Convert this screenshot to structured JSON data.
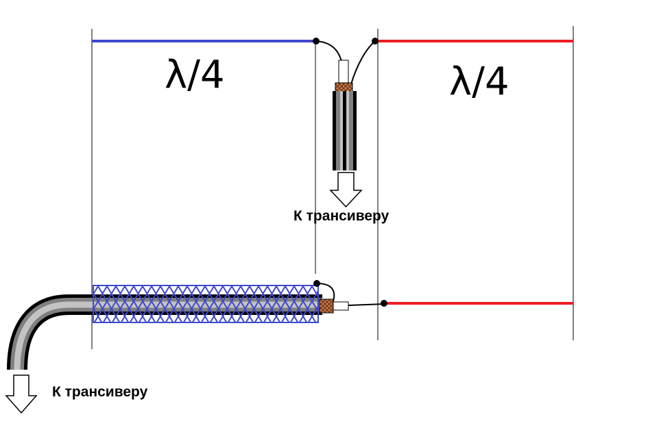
{
  "labels": {
    "quarter_wave_left": "λ/4",
    "quarter_wave_right": "λ/4",
    "to_transceiver_top": "К трансиверу",
    "to_transceiver_bottom": "К трансиверу"
  },
  "colors": {
    "left_element": "#3f48cc",
    "right_element": "#ed1c24",
    "braid": "#3f48cc",
    "shield_end": "#c97a4a",
    "cable_outer": "#000000",
    "cable_mid": "#7f7f7f",
    "cable_core": "#c3c3c3"
  }
}
